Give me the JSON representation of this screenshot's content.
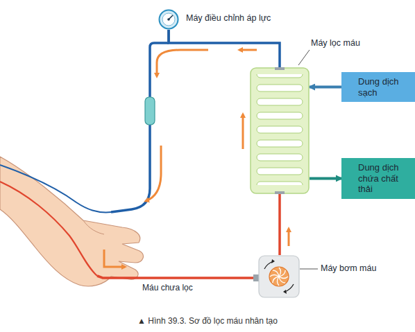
{
  "diagram": {
    "caption": "▲ Hình 39.3. Sơ đồ lọc máu nhân tạo",
    "nodes": [
      {
        "text": [
          "Máy điều chỉnh áp lực"
        ]
      },
      {
        "text": [
          "Máy lọc máu"
        ]
      },
      {
        "text": [
          "Dung dịch sạch"
        ]
      },
      {
        "text": [
          "Dung dịch chứa chất thải"
        ]
      },
      {
        "text": [
          "Máy bơm máu"
        ]
      }
    ],
    "edges": [
      {
        "from": 4,
        "to": 1,
        "arrow": "none"
      },
      {
        "from": 1,
        "to": 0,
        "arrow": "none"
      },
      {
        "from": 2,
        "to": 1,
        "arrow": "to"
      },
      {
        "from": 1,
        "to": 3,
        "arrow": "to"
      }
    ],
    "labels": [
      "Máu chưa lọc"
    ]
  }
}
